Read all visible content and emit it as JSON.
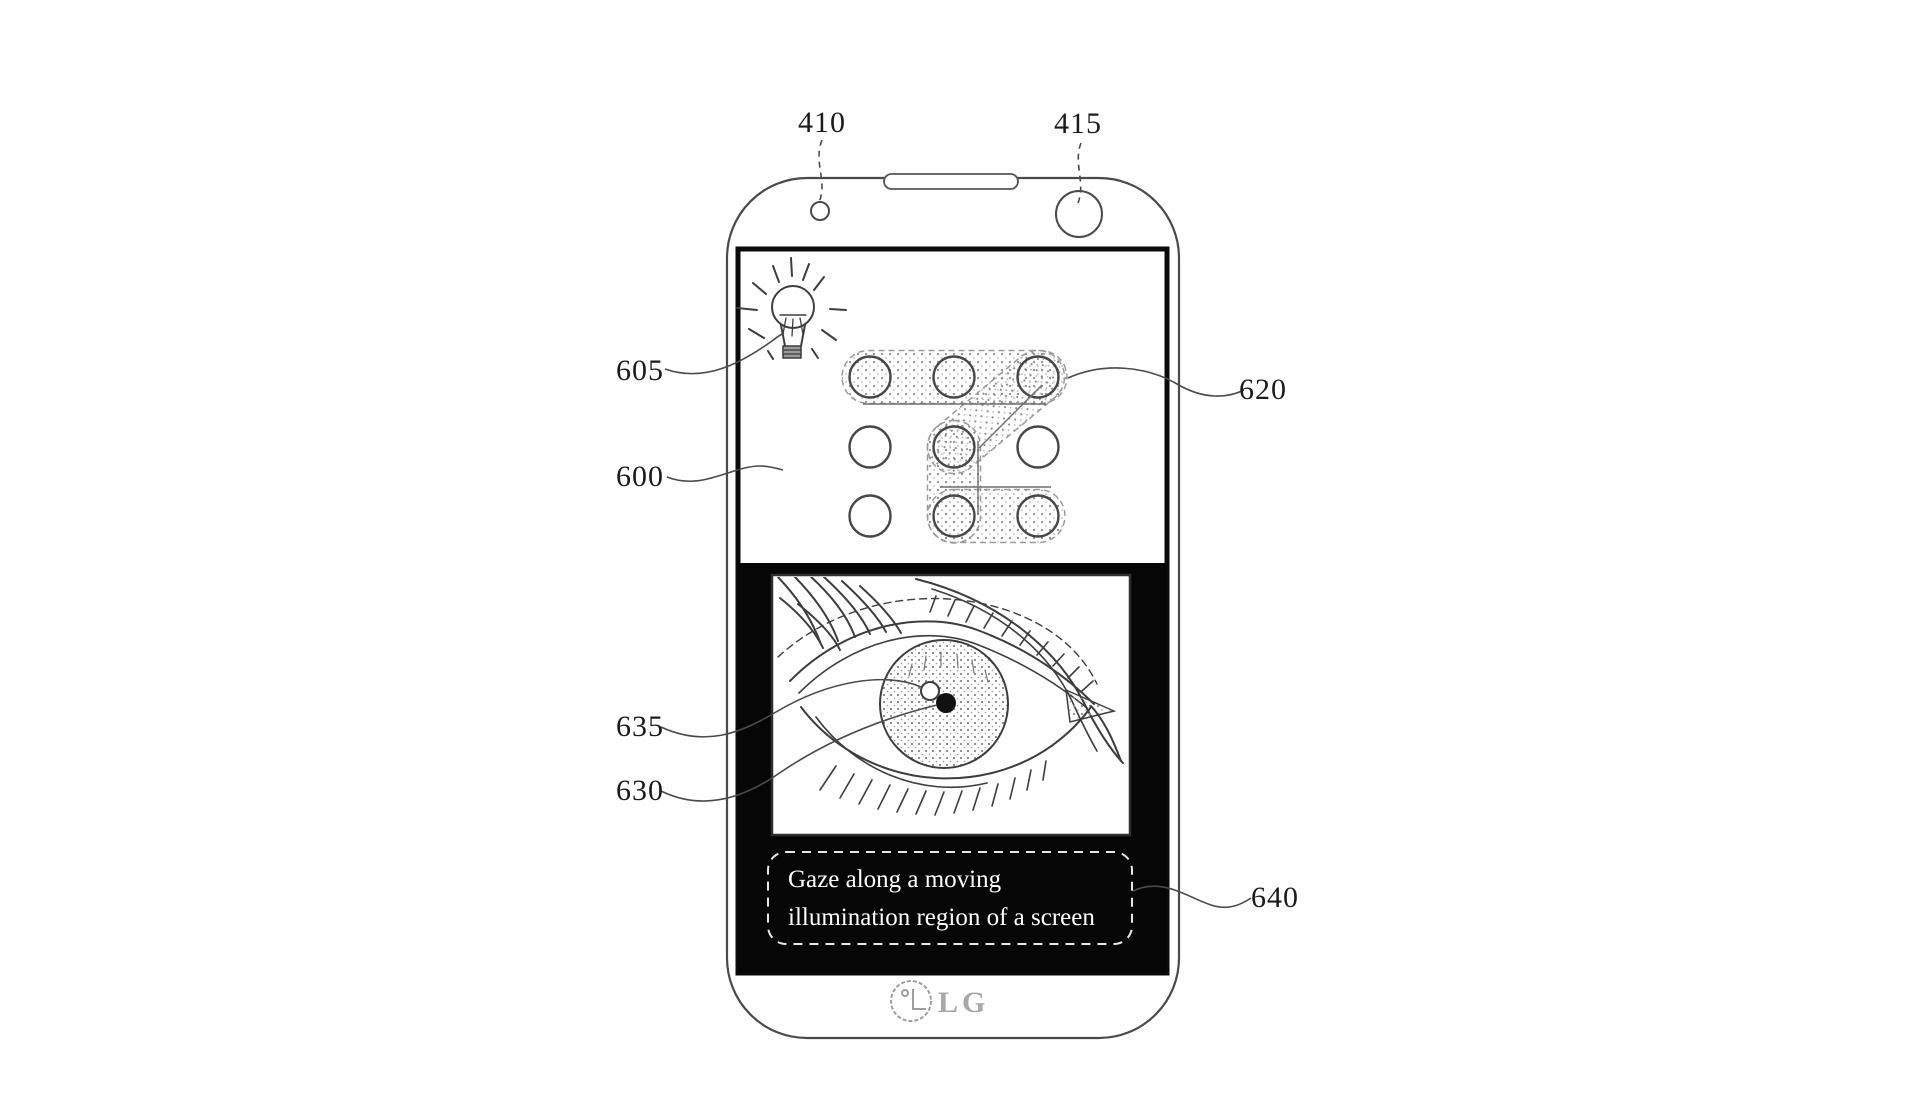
{
  "reference_labels": {
    "proximity_sensor": "410",
    "front_camera": "415",
    "light_bulb": "605",
    "screen": "600",
    "pattern_region": "620",
    "glint_marker": "635",
    "pupil_marker": "630",
    "instruction_box": "640"
  },
  "instruction": {
    "line1": "Gaze along a moving",
    "line2": "illumination region of a screen"
  },
  "logo": {
    "text": "LG"
  },
  "colors": {
    "line": "#3d3d3d",
    "label_text": "#1b1b1b",
    "screen_black": "#060606",
    "band_dots": "#8d8d8d",
    "logo_gray": "#a8a8a8",
    "instruction_text": "#ffffff"
  }
}
